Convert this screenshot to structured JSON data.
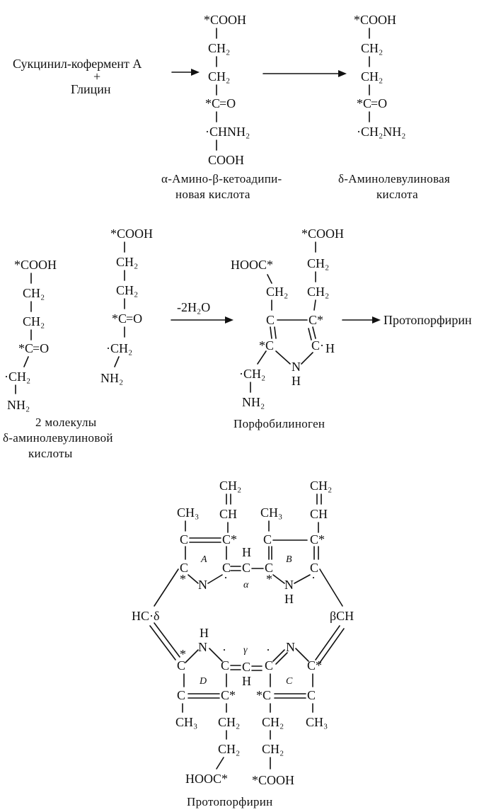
{
  "reactants": {
    "succinyl": "Сукцинил-кофермент А",
    "plus": "+",
    "glycine": "Глицин"
  },
  "captions": {
    "amino_keto_line1": "α-Амино-β-кетоадипи-",
    "amino_keto_line2": "новая кислота",
    "ala_line1": "δ-Аминолевулиновая",
    "ala_line2": "кислота",
    "two_mol_line1": "2 молекулы",
    "two_mol_line2": "δ-аминолевулиновой",
    "two_mol_line3": "кислоты",
    "pbg": "Порфобилиноген",
    "protoporphyrin_product": "Протопорфирин",
    "protoporphyrin_caption": "Протопорфирин"
  },
  "reagents": {
    "minus_water": "-2H₂O"
  },
  "groups": {
    "cooh_star": "*COOH",
    "cooh": "COOH",
    "ch2": "CH₂",
    "ch2_dot": "·CH₂",
    "c_star": "*C",
    "eq_o": "=O",
    "chnh2_dot": "·CHNH₂",
    "ch2nh2_dot": "·CH₂NH₂",
    "nh2": "NH₂",
    "hooc_star": "HOOC*",
    "c": "C",
    "c_dot": "C·",
    "c_star_after": "C*",
    "n": "N",
    "h": "H",
    "hc_delta": "HC·δ",
    "beta_ch": "βCH",
    "ch3": "CH₃",
    "ch2_vinyl": "CH₂",
    "ch": "CH",
    "star": "*",
    "dot": "·"
  },
  "ring_labels": {
    "a": "A",
    "b": "B",
    "c": "C",
    "d": "D",
    "alpha": "α",
    "gamma": "γ"
  }
}
